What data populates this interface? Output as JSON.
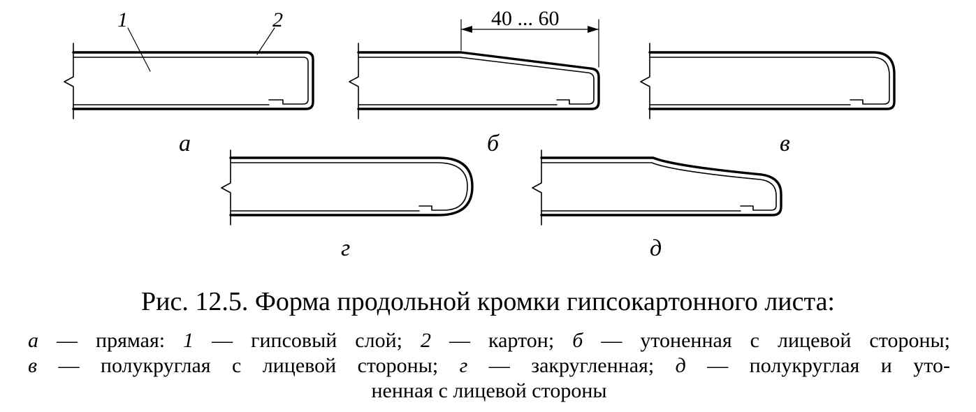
{
  "figure": {
    "part_labels": {
      "a": "а",
      "b": "б",
      "v": "в",
      "g": "г",
      "d": "д"
    },
    "callouts": {
      "gypsum": "1",
      "carton": "2"
    },
    "dimension": "40 ... 60"
  },
  "caption": {
    "title": "Рис. 12.5. Форма продольной кромки гипсокартонного листа:",
    "legend": {
      "a_key": "а",
      "a_text": " — прямая: ",
      "one_key": "1",
      "one_text": " — гипсовый слой; ",
      "two_key": "2",
      "two_text": " — картон; ",
      "b_key": "б",
      "b_text": " — утоненная с лицевой стороны;",
      "v_key": "в",
      "v_text": " — полукруглая с лицевой стороны; ",
      "g_key": "г",
      "g_text": " — закругленная; ",
      "d_key": "д",
      "d_text": " — полукруглая и уто-",
      "line3": "ненная с лицевой стороны"
    }
  }
}
